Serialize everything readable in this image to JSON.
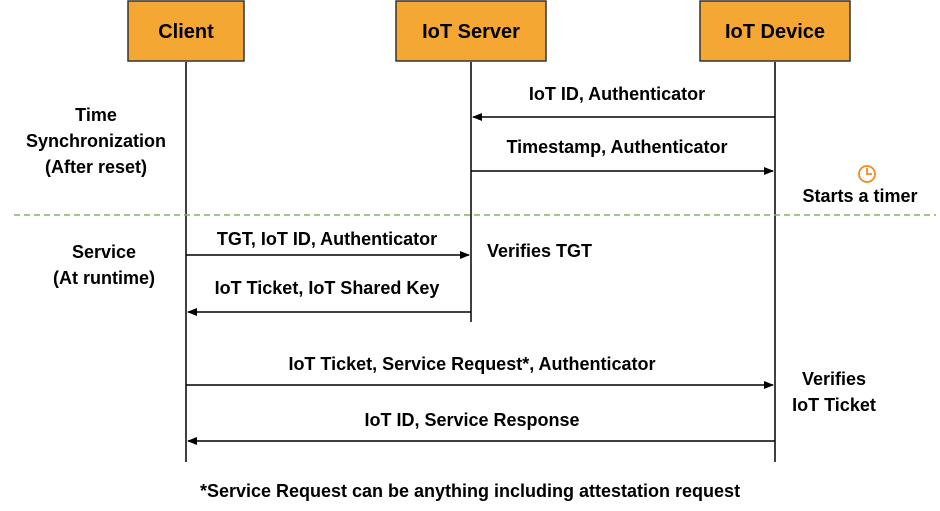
{
  "actors": [
    {
      "id": "client",
      "label": "Client"
    },
    {
      "id": "server",
      "label": "IoT Server"
    },
    {
      "id": "device",
      "label": "IoT Device"
    }
  ],
  "phases": {
    "sync": [
      "Time",
      "Synchronization",
      "(After reset)"
    ],
    "service": [
      "Service",
      "(At runtime)"
    ]
  },
  "messages": [
    {
      "from": "device",
      "to": "server",
      "label": "IoT ID, Authenticator"
    },
    {
      "from": "server",
      "to": "device",
      "label": "Timestamp, Authenticator"
    },
    {
      "from": "client",
      "to": "server",
      "label": "TGT, IoT ID, Authenticator"
    },
    {
      "from": "server",
      "to": "client",
      "label": "IoT Ticket, IoT Shared Key"
    },
    {
      "from": "client",
      "to": "device",
      "label": "IoT Ticket, Service Request*, Authenticator"
    },
    {
      "from": "device",
      "to": "client",
      "label": "IoT ID, Service Response"
    }
  ],
  "notes": {
    "timer": "Starts a timer",
    "verifies_tgt": "Verifies TGT",
    "verifies_ticket": [
      "Verifies",
      "IoT Ticket"
    ]
  },
  "timer_icon": "clock-icon",
  "footnote": "*Service Request can be anything including attestation request",
  "colors": {
    "actor_fill": "#F5A733",
    "divider": "#82B366",
    "timer": "#F08C1A"
  }
}
